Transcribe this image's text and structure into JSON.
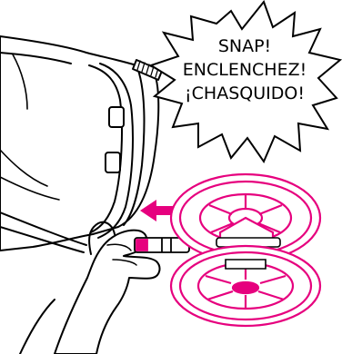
{
  "callout": {
    "line1": "SNAP!",
    "line2": "ENCLENCHEZ!",
    "line3": "¡CHASQUIDO!"
  },
  "colors": {
    "line": "#000000",
    "accent": "#e6007e",
    "background": "#ffffff"
  },
  "icons": {
    "arrow": "left-arrow-icon",
    "wheel": "wheel-icon"
  }
}
